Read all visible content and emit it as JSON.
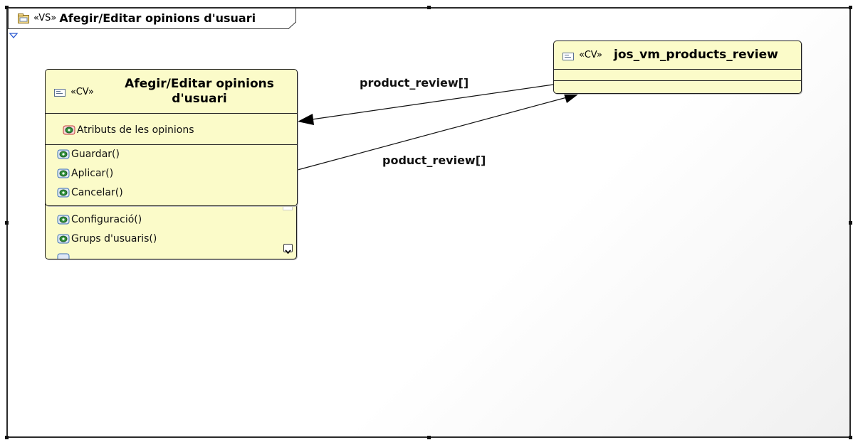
{
  "view": {
    "stereotype": "«VS»",
    "title": "Afegir/Editar opinions d'usuari"
  },
  "main_class": {
    "stereotype": "«CV»",
    "title_line1": "Afegir/Editar opinions",
    "title_line2": "d'usuari",
    "attributes": [
      "Atributs de les opinions"
    ],
    "operations": [
      "Guardar()",
      "Aplicar()",
      "Cancelar()"
    ]
  },
  "behind_class": {
    "operations": [
      "Configuració()",
      "Grups d'usuaris()"
    ]
  },
  "review_class": {
    "stereotype": "«CV»",
    "title": "jos_vm_products_review"
  },
  "edges": [
    {
      "label": "product_review[]",
      "from": "jos_vm_products_review",
      "to": "Afegir/Editar opinions d'usuari"
    },
    {
      "label": "poduct_review[]",
      "from": "Afegir/Editar opinions d'usuari",
      "to": "jos_vm_products_review"
    }
  ],
  "colors": {
    "class_fill": "#fbfbc9",
    "border": "#1c1c1c"
  }
}
